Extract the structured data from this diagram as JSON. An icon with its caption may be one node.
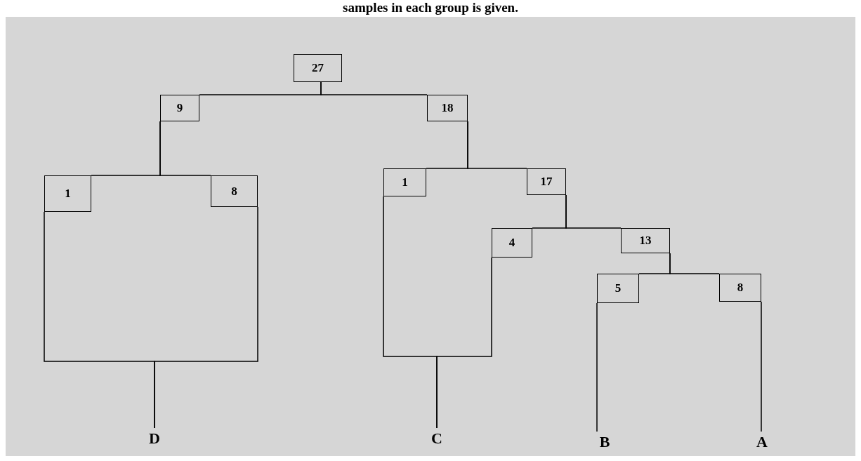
{
  "diagram": {
    "caption": "samples in each group is given.",
    "nodes": [
      {
        "text": [
          "27"
        ]
      },
      {
        "text": [
          "9"
        ]
      },
      {
        "text": [
          "18"
        ]
      },
      {
        "text": [
          "1"
        ]
      },
      {
        "text": [
          "8"
        ]
      },
      {
        "text": [
          "1"
        ]
      },
      {
        "text": [
          "17"
        ]
      },
      {
        "text": [
          "4"
        ]
      },
      {
        "text": [
          "13"
        ]
      },
      {
        "text": [
          "5"
        ]
      },
      {
        "text": [
          "8"
        ]
      },
      {
        "text": [
          "D"
        ]
      },
      {
        "text": [
          "C"
        ]
      },
      {
        "text": [
          "B"
        ]
      },
      {
        "text": [
          "A"
        ]
      }
    ],
    "edges": [
      {
        "from": 0,
        "to": 1,
        "arrow": "none"
      },
      {
        "from": 0,
        "to": 2,
        "arrow": "none"
      },
      {
        "from": 1,
        "to": 3,
        "arrow": "none"
      },
      {
        "from": 1,
        "to": 4,
        "arrow": "none"
      },
      {
        "from": 3,
        "to": 11,
        "arrow": "none"
      },
      {
        "from": 4,
        "to": 11,
        "arrow": "none"
      },
      {
        "from": 2,
        "to": 5,
        "arrow": "none"
      },
      {
        "from": 2,
        "to": 6,
        "arrow": "none"
      },
      {
        "from": 6,
        "to": 7,
        "arrow": "none"
      },
      {
        "from": 6,
        "to": 8,
        "arrow": "none"
      },
      {
        "from": 8,
        "to": 9,
        "arrow": "none"
      },
      {
        "from": 8,
        "to": 10,
        "arrow": "none"
      },
      {
        "from": 5,
        "to": 12,
        "arrow": "none"
      },
      {
        "from": 7,
        "to": 12,
        "arrow": "none"
      },
      {
        "from": 9,
        "to": 13,
        "arrow": "none"
      },
      {
        "from": 10,
        "to": 14,
        "arrow": "none"
      }
    ]
  }
}
